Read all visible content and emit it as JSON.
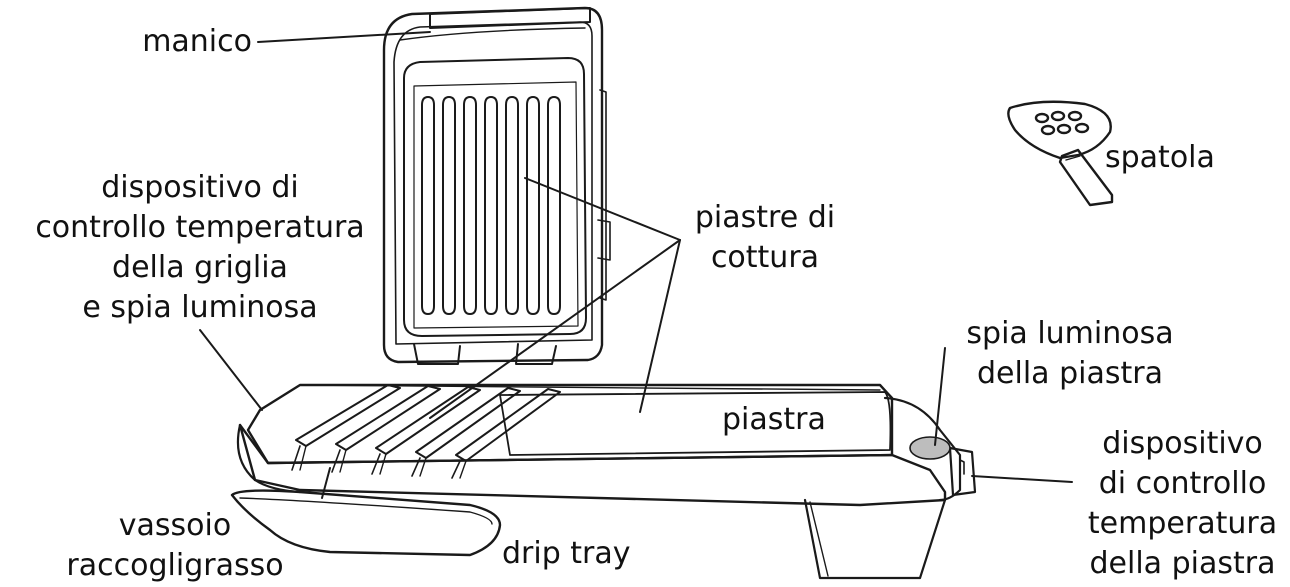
{
  "labels": {
    "handle": "manico",
    "grill_control": [
      "dispositivo di",
      "controllo temperatura",
      "della griglia",
      "e spia luminosa"
    ],
    "cooking_plates": [
      "piastre di",
      "cottura"
    ],
    "spatula": "spatola",
    "plate_light": [
      "spia luminosa",
      "della piastra"
    ],
    "griddle": "piastra",
    "plate_control": [
      "dispositivo",
      "di controllo",
      "temperatura",
      "della piastra"
    ],
    "drip_tray_it": [
      "vassoio",
      "raccogligrasso"
    ],
    "drip_tray_en": "drip tray"
  },
  "colors": {
    "ink": "#111111",
    "line": "#1a1a1a",
    "indicator": "#bdbdbd"
  }
}
